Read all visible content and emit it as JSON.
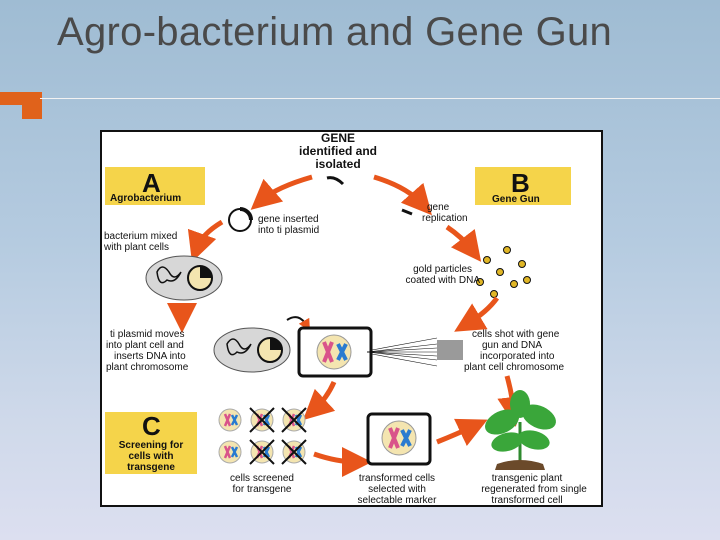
{
  "slide": {
    "title": "Agro-bacterium and Gene Gun"
  },
  "figure": {
    "gene_box": [
      "GENE",
      "identified and",
      "isolated"
    ],
    "panel_a": {
      "letter": "A",
      "name": "Agrobacterium"
    },
    "panel_b": {
      "letter": "B",
      "name": "Gene Gun"
    },
    "panel_c": {
      "letter": "C",
      "lines": [
        "Screening for",
        "cells with",
        "transgene"
      ]
    },
    "labels": {
      "gene_inserted": [
        "gene inserted",
        "into ti plasmid"
      ],
      "bacterium_mixed": [
        "bacterium mixed",
        "with plant cells"
      ],
      "ti_moves": [
        "ti plasmid moves",
        "into plant cell and",
        "inserts DNA into",
        "plant chromosome"
      ],
      "gene_replication": [
        "gene",
        "replication"
      ],
      "gold_particles": [
        "gold particles",
        "coated with DNA"
      ],
      "cells_shot": [
        "cells shot with gene",
        "gun and DNA",
        "incorporated into",
        "plant cell chromosome"
      ],
      "cells_screened": [
        "cells screened",
        "for transgene"
      ],
      "transformed_cells": [
        "transformed cells",
        "selected with",
        "selectable marker"
      ],
      "transgenic_plant": [
        "transgenic plant",
        "regenerated from single",
        "transformed cell"
      ]
    },
    "colors": {
      "panel_fill": "#f5d44a",
      "arrow": "#e8551b",
      "chromosome_pink": "#d9548a",
      "chromosome_blue": "#2a7bd0",
      "leaf": "#3aa63a",
      "gold": "#e0b626"
    }
  }
}
